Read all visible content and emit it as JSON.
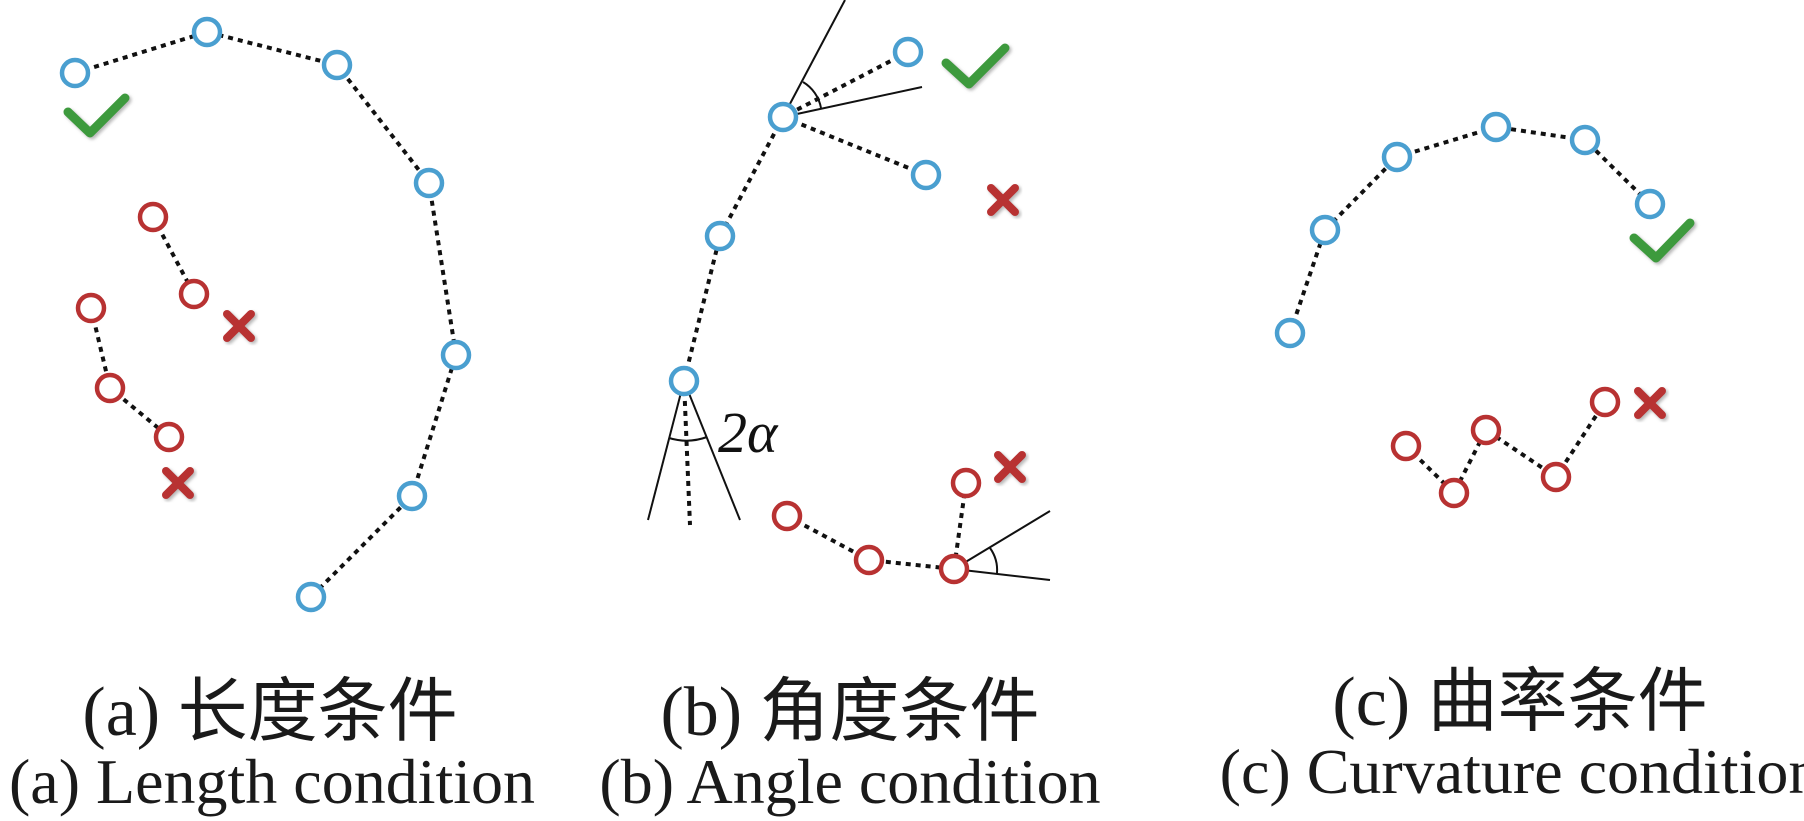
{
  "colors": {
    "valid_node": "#4a9fd0",
    "invalid_node": "#b83232",
    "edge": "#111111",
    "check": "#3e9a3e",
    "cross": "#b83232"
  },
  "icons": {
    "valid_mark": "check-icon",
    "invalid_mark": "cross-icon"
  },
  "panels": [
    {
      "id": "a",
      "caption_zh": "(a) 长度条件",
      "caption_en": "(a) Length condition"
    },
    {
      "id": "b",
      "caption_zh": "(b) 角度条件",
      "caption_en": "(b) Angle condition",
      "angle_label": "2α"
    },
    {
      "id": "c",
      "caption_zh": "(c) 曲率条件",
      "caption_en": "(c) Curvature condition"
    }
  ]
}
